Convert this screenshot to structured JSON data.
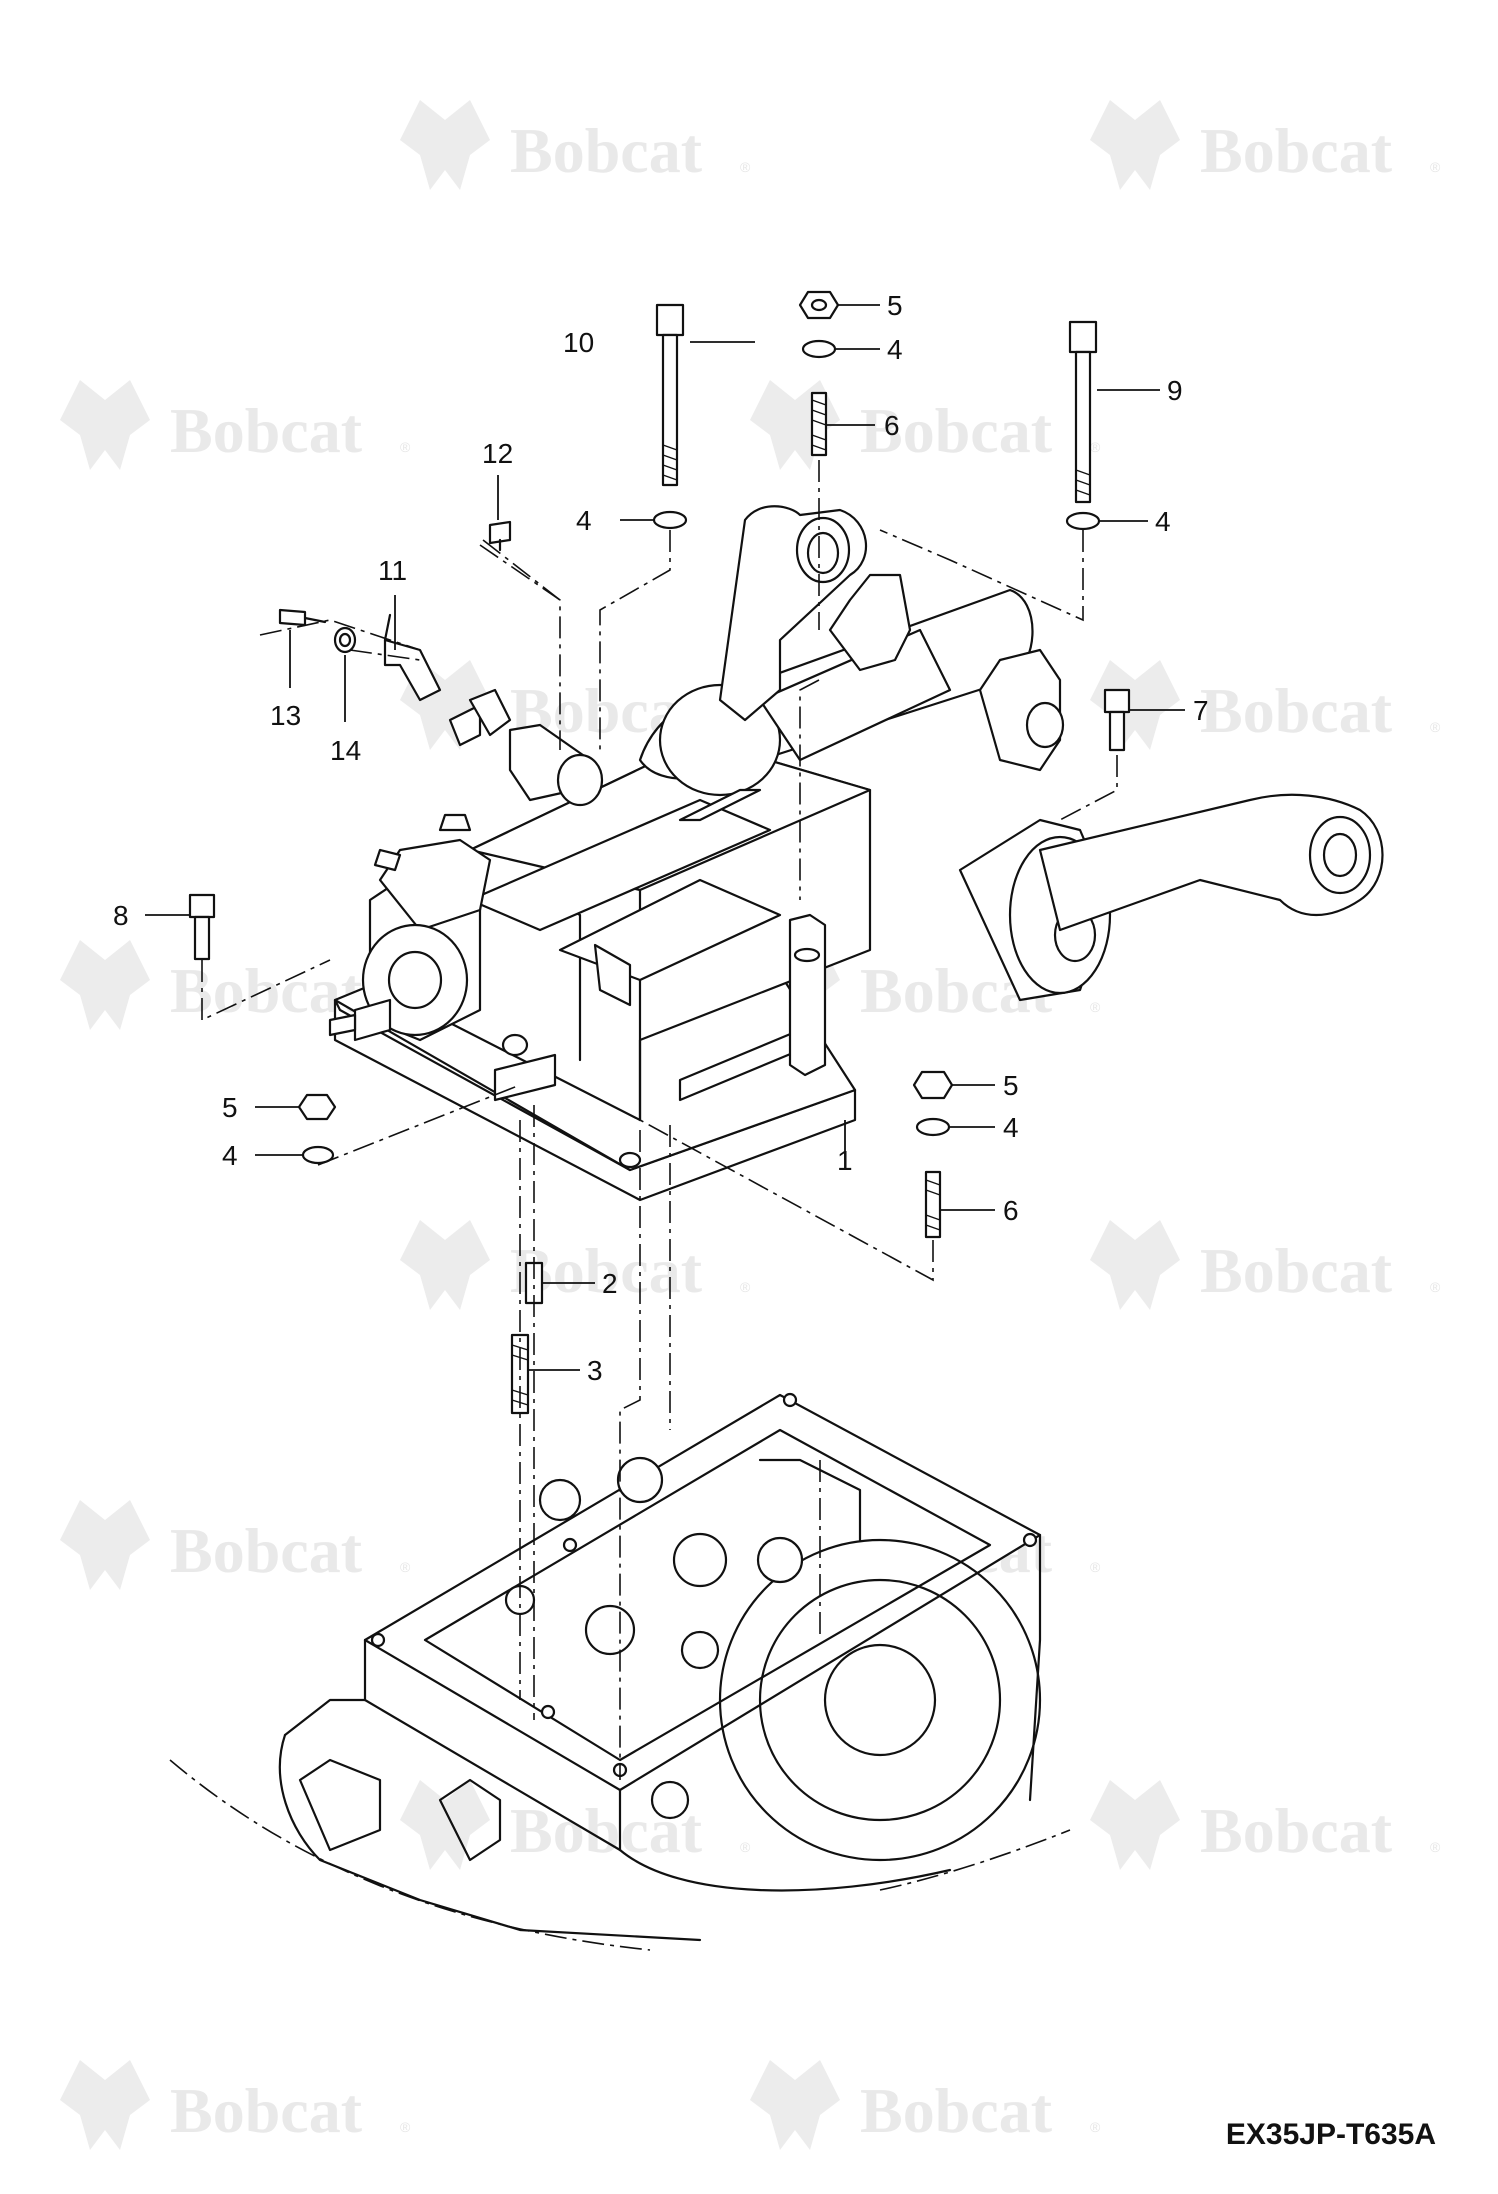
{
  "watermark": {
    "brand": "Bobcat",
    "trademark": "®"
  },
  "drawing_code": "EX35JP-T635A",
  "callouts": [
    {
      "id": "part-1",
      "label": "1"
    },
    {
      "id": "part-2",
      "label": "2"
    },
    {
      "id": "part-3",
      "label": "3"
    },
    {
      "id": "part-4-top",
      "label": "4"
    },
    {
      "id": "part-4-left",
      "label": "4"
    },
    {
      "id": "part-4-right",
      "label": "4"
    },
    {
      "id": "part-4-bottom-left",
      "label": "4"
    },
    {
      "id": "part-4-bottom-right",
      "label": "4"
    },
    {
      "id": "part-5-top",
      "label": "5"
    },
    {
      "id": "part-5-bottom-left",
      "label": "5"
    },
    {
      "id": "part-5-bottom-right",
      "label": "5"
    },
    {
      "id": "part-6-top",
      "label": "6"
    },
    {
      "id": "part-6-bottom",
      "label": "6"
    },
    {
      "id": "part-7",
      "label": "7"
    },
    {
      "id": "part-8",
      "label": "8"
    },
    {
      "id": "part-9",
      "label": "9"
    },
    {
      "id": "part-10",
      "label": "10"
    },
    {
      "id": "part-11",
      "label": "11"
    },
    {
      "id": "part-12",
      "label": "12"
    },
    {
      "id": "part-13",
      "label": "13"
    },
    {
      "id": "part-14",
      "label": "14"
    }
  ]
}
